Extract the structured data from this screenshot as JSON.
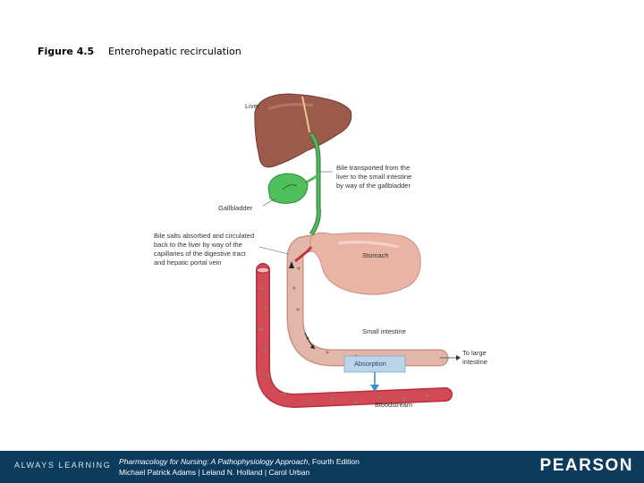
{
  "figure": {
    "label": "Figure 4.5",
    "title": "Enterohepatic recirculation"
  },
  "labels": {
    "liver": "Liver",
    "bile_transport": "Bile transported from the\nliver to the small intestine\nby way of the gallbladder",
    "gallbladder": "Gallbladder",
    "bile_salts": "Bile salts absorbed and circulated\nback to the liver by way of the\ncapillaries of the digestive tract\nand hepatic portal vein",
    "stomach": "Stomach",
    "small_intestine": "Small intestine",
    "to_large_intestine": "To large\nintestine",
    "absorption": "Absorption",
    "bloodstream": "Bloodstream"
  },
  "footer": {
    "tagline": "ALWAYS LEARNING",
    "book_title": "Pharmacology for Nursing: A Pathophysiology Approach",
    "edition": ", Fourth Edition",
    "authors": "Michael Patrick Adams | Leland N. Holland | Carol Urban",
    "publisher": "PEARSON"
  },
  "colors": {
    "liver": "#9b5a4c",
    "gallbladder": "#4fbf5c",
    "bile_duct": "#47a84f",
    "stomach": "#e9b4a6",
    "intestine": "#e2b7aa",
    "vessel": "#d24a55",
    "absorption_box": "#bcd4ea",
    "arrow": "#3b8fd1",
    "footer": "#0b3c5d"
  }
}
